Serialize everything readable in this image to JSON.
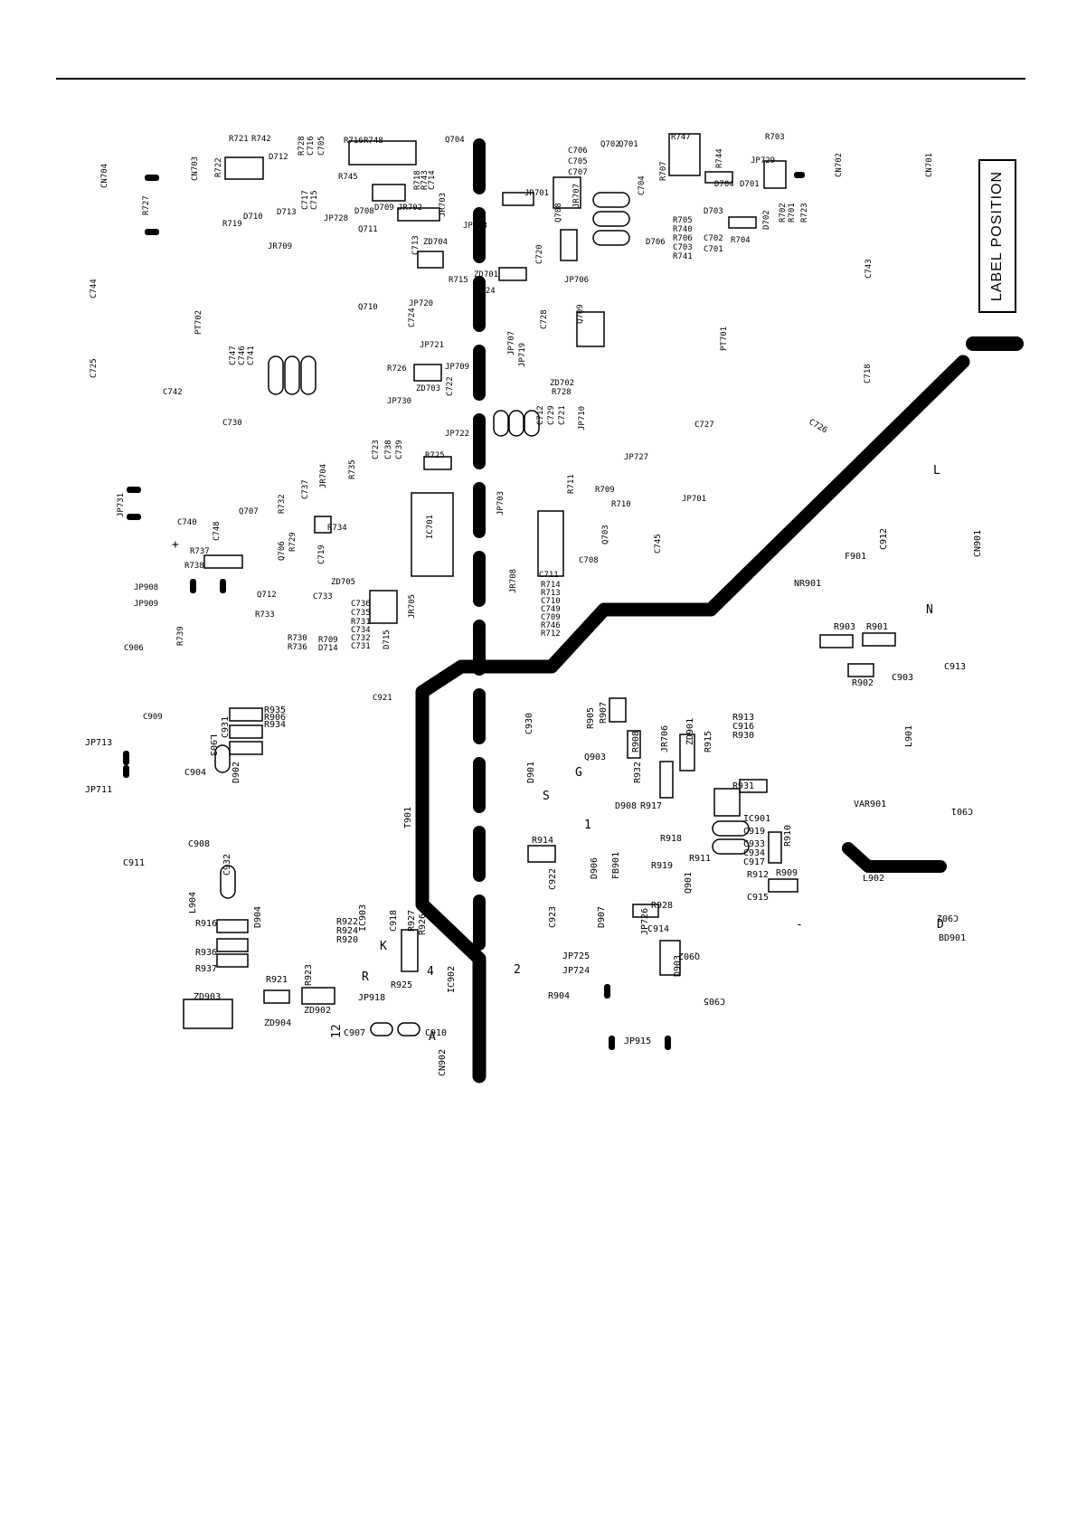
{
  "label_position_text": "LABEL POSITION",
  "labels_upper": [
    "CN704",
    "R727",
    "C744",
    "C725",
    "CN703",
    "R721",
    "R742",
    "R722",
    "D712",
    "R719",
    "D710",
    "D713",
    "JR709",
    "R728",
    "C716",
    "C705",
    "C717",
    "C715",
    "JP728",
    "R716",
    "R748",
    "R745",
    "D708",
    "D709",
    "JR702",
    "Q711",
    "Q704",
    "R718",
    "R743",
    "C714",
    "JR703",
    "ZD704",
    "C713",
    "R715",
    "Q710",
    "JP720",
    "C724",
    "JP721",
    "JP709",
    "R726",
    "ZD703",
    "JP730",
    "C722",
    "JP723",
    "JR701",
    "ZD701",
    "C720",
    "Q708",
    "R724",
    "JP706",
    "JP707",
    "JP719",
    "C728",
    "Q709",
    "ZD702",
    "R728",
    "JP710",
    "C712",
    "C729",
    "C721",
    "C706",
    "C705",
    "C707",
    "JR707",
    "Q702",
    "Q701",
    "C704",
    "D706",
    "R707",
    "R705",
    "R740",
    "R706",
    "C703",
    "R741",
    "R747",
    "R744",
    "D703",
    "C702",
    "C701",
    "R704",
    "JP729",
    "D704",
    "D701",
    "R703",
    "D702",
    "R702",
    "R701",
    "R723",
    "CN702",
    "CN701",
    "C743",
    "PT701",
    "C718",
    "C727",
    "C726",
    "PT702",
    "C747",
    "C746",
    "C741",
    "C742",
    "C730",
    "C723",
    "C738",
    "C739",
    "R735",
    "JR704",
    "R725",
    "JP722",
    "JP731",
    "C740",
    "C748",
    "Q707",
    "R732",
    "C737",
    "R729",
    "R734",
    "Q706",
    "C719",
    "ZD705",
    "R737",
    "R738",
    "JP908",
    "JP909",
    "Q712",
    "R733",
    "C733",
    "R730",
    "R736",
    "R709",
    "D714",
    "C736",
    "C735",
    "R731",
    "C734",
    "C732",
    "C731",
    "D715",
    "JR705",
    "IC701",
    "JP703",
    "JR708",
    "R711",
    "R709",
    "R710",
    "JP727",
    "JP701",
    "C711",
    "R714",
    "R713",
    "C710",
    "C749",
    "C709",
    "R746",
    "R712",
    "Q703",
    "C708",
    "C745",
    "R739",
    "C906",
    "C909",
    "C921"
  ],
  "labels_lower": [
    "JP713",
    "JP711",
    "C931",
    "R935",
    "R906",
    "R934",
    "C904",
    "L903",
    "D902",
    "C908",
    "C911",
    "C932",
    "L904",
    "D904",
    "R916",
    "R936",
    "R937",
    "ZD903",
    "ZD904",
    "R921",
    "ZD902",
    "R923",
    "R922",
    "R924",
    "R920",
    "IC903",
    "C918",
    "R927",
    "R926",
    "R925",
    "JP918",
    "C907",
    "C910",
    "CN902",
    "IC902",
    "T901",
    "C930",
    "D901",
    "R905",
    "R907",
    "R908",
    "JR706",
    "ZD901",
    "R915",
    "R913",
    "C916",
    "R930",
    "Q903",
    "R932",
    "R931",
    "D908",
    "R917",
    "IC901",
    "C919",
    "C933",
    "C934",
    "C917",
    "R910",
    "R918",
    "R911",
    "R912",
    "R909",
    "C915",
    "R914",
    "C922",
    "D906",
    "FB901",
    "R919",
    "Q901",
    "D907",
    "C923",
    "JP726",
    "R928",
    "C914",
    "Q902",
    "D903",
    "JP725",
    "JP724",
    "R904",
    "C905",
    "JP915",
    "F901",
    "NR901",
    "C912",
    "CN901",
    "R903",
    "R901",
    "R902",
    "C903",
    "C913",
    "L901",
    "VAR901",
    "C901",
    "L902",
    "C902",
    "BD901"
  ],
  "board_marks": [
    "L",
    "N",
    "+",
    "-",
    "D",
    "S",
    "G",
    "1",
    "4",
    "2",
    "12",
    "A",
    "K",
    "R"
  ]
}
